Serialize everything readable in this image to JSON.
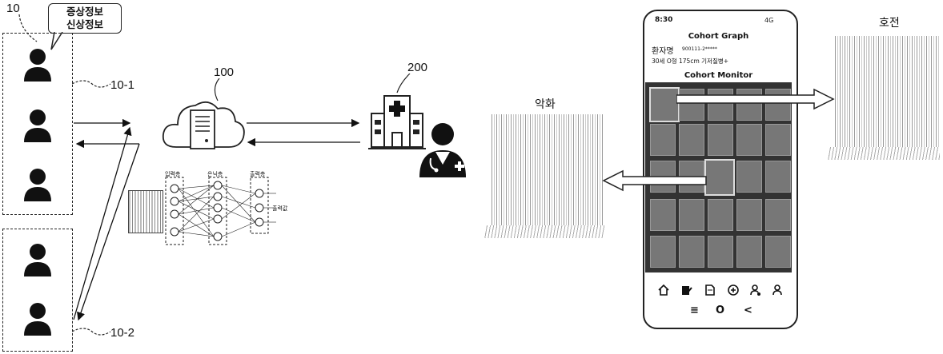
{
  "labels": {
    "patients_group": "10",
    "group_top": "10-1",
    "group_bottom": "10-2",
    "cloud": "100",
    "hospital": "200",
    "worse": "악화",
    "better": "호전"
  },
  "bubble": {
    "line1": "증상정보",
    "line2": "신상정보"
  },
  "nn_labels": {
    "input": "입력층",
    "hidden": "은닉층",
    "output": "출력층",
    "out_value": "출력값"
  },
  "phone": {
    "status_time": "8:30",
    "status_right": "4G",
    "title": "Cohort Graph",
    "patient_name_label": "환자명",
    "patient_id": "900111-2*****",
    "patient_info": "30세 O형 175cm 기저질병+",
    "monitor_title": "Cohort Monitor",
    "nav_icons": [
      "home-icon",
      "edit-icon",
      "document-icon",
      "add-circle-icon",
      "user-edit-icon",
      "user-icon"
    ],
    "system_nav": [
      "≡",
      "O",
      "<"
    ]
  }
}
